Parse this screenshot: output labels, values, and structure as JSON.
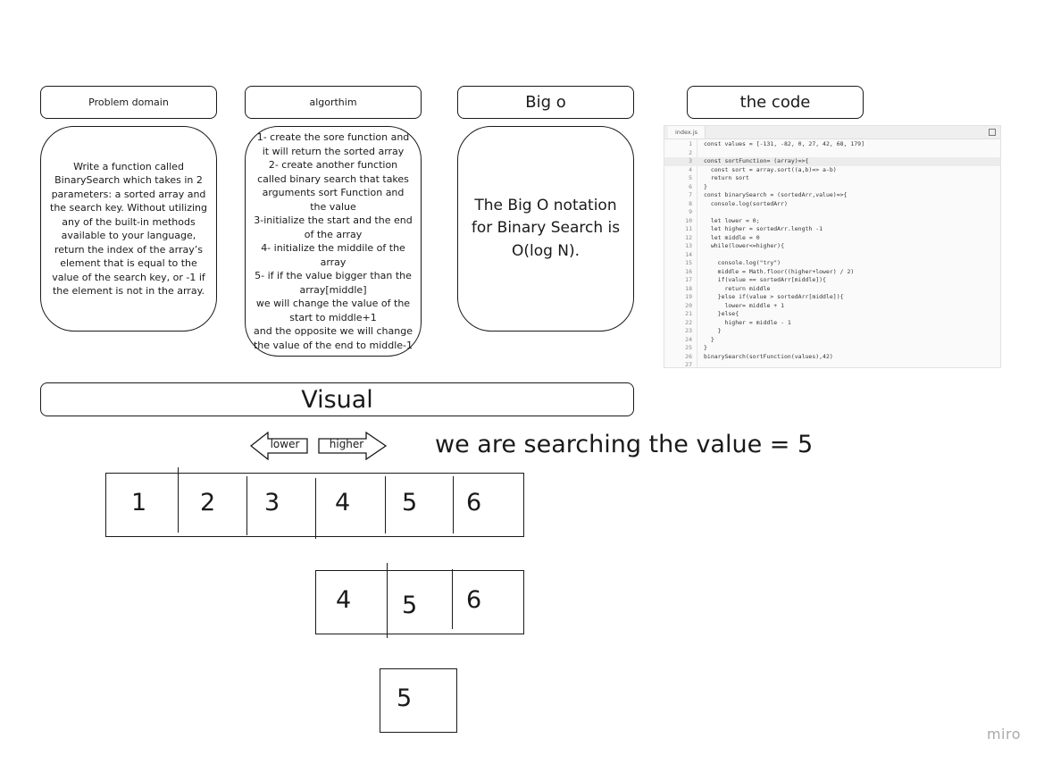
{
  "headers": {
    "problem_domain": "Problem domain",
    "algorithm": "algorthim",
    "big_o": "Big o",
    "the_code": "the code",
    "visual": "Visual"
  },
  "problem_domain_text": "Write a function called BinarySearch which takes in 2 parameters: a sorted array and the search key. Without utilizing any of the built-in methods available to your language, return the index of the array’s element that is equal to the value of the search key, or -1 if the element is not in the array.",
  "algorithm_lines": [
    "1- create the sore function and it will return the sorted array",
    "2- create another function called binary search that takes arguments sort Function and the value",
    "3-initialize the start and the end of the array",
    "4- initialize the middile of the array",
    "5- if if the value bigger than the array[middle]",
    "we will change the value of the start to middle+1",
    "and the opposite  we will change the value of the end to middle-1"
  ],
  "big_o_text": "The Big O notation for Binary Search is O(log N).",
  "code": {
    "tab": "index.js",
    "active_line": 3,
    "lines": [
      "const values = [-131, -82, 0, 27, 42, 68, 179]",
      "",
      "const sortFunction= (array)=>{",
      "  const sort = array.sort((a,b)=> a-b)",
      "  return sort",
      "}",
      "const binarySearch = (sortedArr,value)=>{",
      "  console.log(sortedArr)",
      "",
      "  let lower = 0;",
      "  let higher = sortedArr.length -1",
      "  let middle = 0",
      "  while(lower<=higher){",
      "",
      "    console.log(\"try\")",
      "    middle = Math.floor((higher+lower) / 2)",
      "    if(value == sortedArr[middle]){",
      "      return middle",
      "    }else if(value > sortedArr[middle]){",
      "      lower= middle + 1",
      "    }else{",
      "      higher = middle - 1",
      "    }",
      "  }",
      "}",
      "binarySearch(sortFunction(values),42)",
      ""
    ]
  },
  "visual": {
    "lower_label": "lower",
    "higher_label": "higher",
    "search_text": "we are searching the value = 5",
    "row1": [
      "1",
      "2",
      "3",
      "4",
      "5",
      "6"
    ],
    "row2": [
      "4",
      "5",
      "6"
    ],
    "row3": [
      "5"
    ]
  },
  "watermark": "miro"
}
